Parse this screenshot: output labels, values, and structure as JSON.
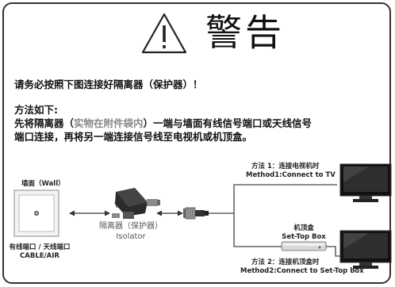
{
  "warning": {
    "title": "警告",
    "icon": "warning-triangle-icon"
  },
  "intro": "请务必按照下图连接好隔离器（保护器）！",
  "method_heading": "方法如下:",
  "instruction": {
    "part1": "先将隔离器（",
    "part_gray": "实物在附件袋内",
    "part2": "）一端与墙面有线信号端口或天线信号",
    "line2": "端口连接，再将另一端连接信号线至电视机或机顶盒。"
  },
  "diagram": {
    "wall_label": "墙面（Wall）",
    "wall_port_label_cn": "有线端口 / 天线端口",
    "wall_port_label_en": "CABLE/AIR",
    "isolator_label_cn": "隔离器（保护器）",
    "isolator_label_en": "Isolator",
    "method1_cn": "方法 1：连接电视机时",
    "method1_en": "Method1:Connect to TV",
    "settop_cn": "机顶盒",
    "settop_en": "Set-Top Box",
    "method2_cn": "方法 2：连接机顶盒时",
    "method2_en": "Method2:Connect to Set-Top box"
  }
}
